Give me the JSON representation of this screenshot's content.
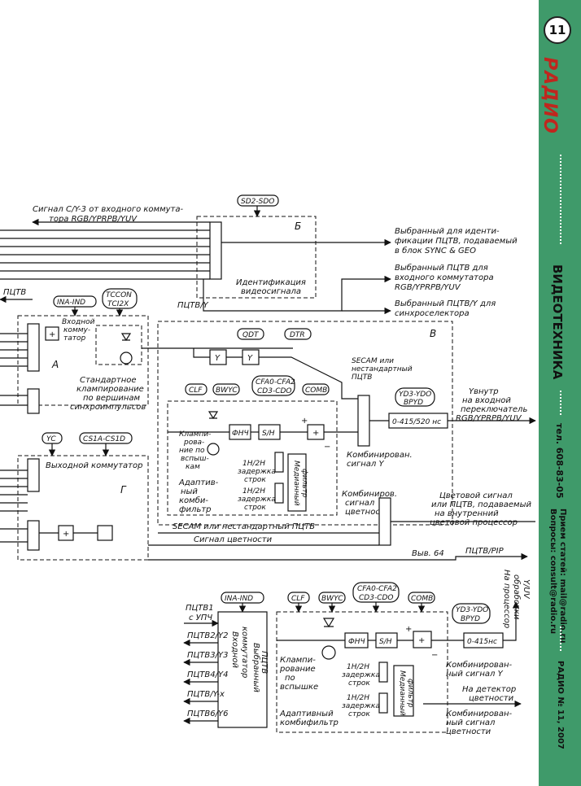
{
  "page_number": "11",
  "magazine": {
    "logo": "РАДИО",
    "section": "ВИДЕОТЕХНИКА",
    "phone": "тел. 608-83-05",
    "contacts_line1": "Прием статей: mail@radio.ru",
    "contacts_line2": "Вопросы: consult@radio.ru",
    "issue": "РАДИО № 11, 2007",
    "accent_color": "#3f9a6a",
    "logo_color": "#c0261e"
  },
  "top_diagram": {
    "block_b": {
      "letter": "Б",
      "control": "SD2-SDO",
      "label1": "Идентификация",
      "label2": "видеосигнала"
    },
    "input_signal": [
      "Сигнал С/Y-3 от входного коммута-",
      "тора RGB/YPRPB/YUV"
    ],
    "out1": [
      "Выбранный для иденти-",
      "фикации ПЦТВ, подаваемый",
      "в блок SYNC & GEO"
    ],
    "out2": [
      "Выбранный ПЦТВ для",
      "входного коммутатора",
      "RGB/YPRPB/YUV"
    ],
    "out3": [
      "Выбранный ПЦТВ/Y для",
      "синхроселектора"
    ],
    "pctv_y": "ПЦТВ/Y",
    "pctv": "ПЦТВ",
    "block_a": {
      "letter": "А",
      "ctrl1": "INA-IND",
      "ctrl2a": "TCCON",
      "ctrl2b": "TCI2X",
      "switch": [
        "Входной",
        "комму-",
        "татор"
      ],
      "clamp": [
        "Стандартное",
        "клампирование",
        "по вершинам",
        "синхроимпульсов"
      ],
      "plus": "+"
    },
    "block_v": {
      "letter": "В",
      "qdt": "QDT",
      "dtr": "DTR",
      "y1": "Y",
      "y2": "Y",
      "secam": [
        "SECAM или",
        "нестандартный",
        "ПЦТВ"
      ],
      "clf": "CLF",
      "bwyc": "BWYC",
      "cfa1": "CFA0-CFA2",
      "cfa2": "CD3-CDO",
      "comb": "COMB",
      "lpf": "ФНЧ",
      "sh": "S/H",
      "clamp": [
        "Клампи-",
        "рова-",
        "ние по",
        "вспыш-",
        "кам"
      ],
      "adaptive": [
        "Адаптив-",
        "ный",
        "комби-",
        "фильтр"
      ],
      "delay1": [
        "1H/2H",
        "задержка",
        "строк"
      ],
      "delay2": [
        "1H/2H",
        "задержка",
        "строк"
      ],
      "median": [
        "Медианный",
        "фильтр"
      ],
      "comb_y": [
        "Комбинирован.",
        "сигнал Y"
      ],
      "comb_c": [
        "Комбиниров.",
        "сигнал",
        "цветности"
      ],
      "secam_bottom": "SECAM или нестандартный ПЦТВ",
      "yvd1": "YD3-YDO",
      "yvd2": "BPYD",
      "delay_range": "0-415/520 нс",
      "plus": "+",
      "minus": "−"
    },
    "y_out": [
      "Yвнутр",
      "на входной",
      "переключатель",
      "RGB/YPRPB/YUV"
    ],
    "chroma_out": [
      "Цветовой сигнал",
      "или ПЦТВ, подаваемый",
      "на внутренний",
      "цветовой процессор"
    ],
    "block_g": {
      "letter": "Г",
      "ctrl1": "YC",
      "ctrl2": "CS1A-CS1D",
      "title": "Выходной коммутатор",
      "plus": "+"
    },
    "chroma_signal": "Сигнал цветности",
    "out_pip_label": "Выв. 64",
    "out_pip": "ПЦТВ/PIP"
  },
  "bottom_diagram": {
    "ctrl_ina": "INA-IND",
    "clf": "CLF",
    "bwyc": "BWYC",
    "cfa1": "CFA0-CFA2",
    "cfa2": "CD3-CDO",
    "comb": "COMB",
    "yvd1": "YD3-YDO",
    "yvd2": "BPYD",
    "inputs": [
      "ПЦТВ1",
      "с УПЧ",
      "ПЦТВ2/Y2",
      "ПЦТВ3/Y3",
      "ПЦТВ4/Y4",
      "ПЦТВ/Y-x",
      "ПЦТВ6/Y6"
    ],
    "switch_label": [
      "Входной",
      "коммутатор"
    ],
    "selected": [
      "Выбранный",
      "ПЦТВ"
    ],
    "lpf": "ФНЧ",
    "sh": "S/H",
    "delay_range": "0-415нс",
    "clamp": [
      "Клампи-",
      "рование",
      "по",
      "вспышке"
    ],
    "delay1": [
      "1H/2H",
      "задержка",
      "строк"
    ],
    "delay2": [
      "1H/2H",
      "задержка",
      "строк"
    ],
    "median": [
      "Медианный",
      "фильтр"
    ],
    "adaptive": [
      "Адаптивный",
      "комбифильтр"
    ],
    "comb_y": [
      "Комбинирован-",
      "ный сигнал Y"
    ],
    "detector": [
      "На детектор",
      "цветности"
    ],
    "comb_c": [
      "Комбинирован-",
      "ный сигнал",
      "цветности"
    ],
    "to_processor": [
      "На процессор",
      "обработки",
      "Y/UV"
    ],
    "plus": "+",
    "minus": "−"
  }
}
